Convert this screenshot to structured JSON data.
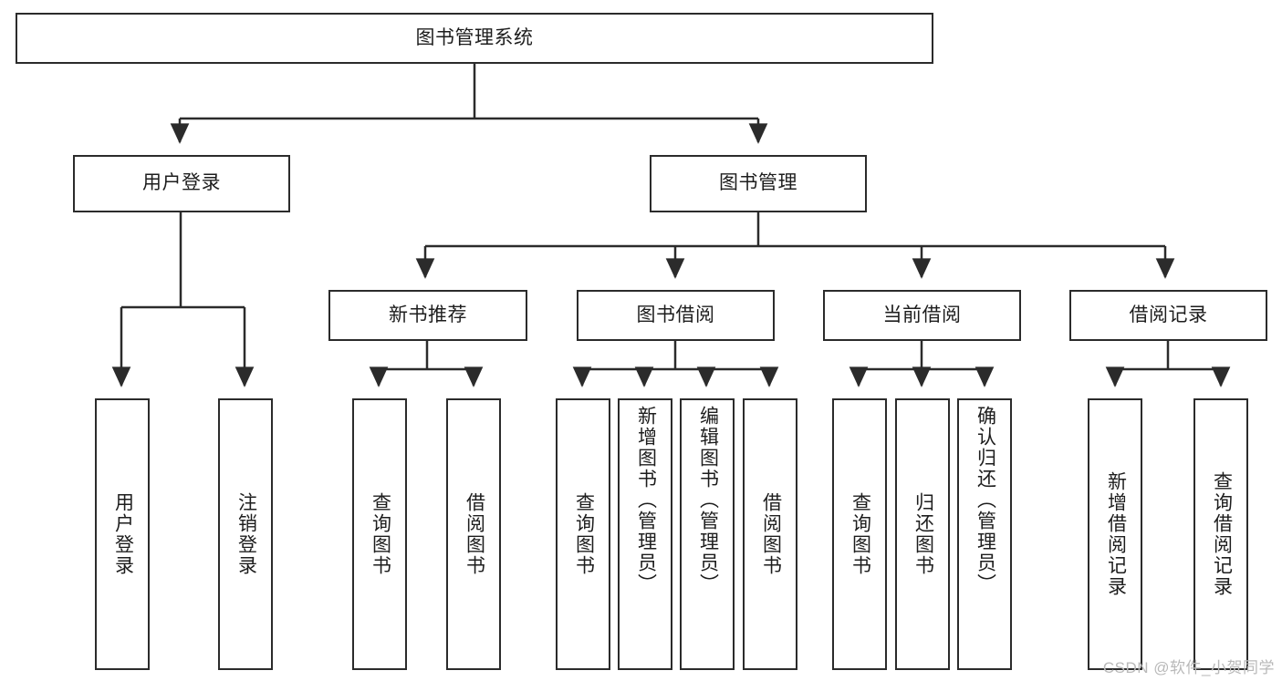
{
  "diagram": {
    "type": "tree-hierarchy-chart",
    "title": "图书管理系统",
    "watermark": "CSDN @软件_小贺同学",
    "stroke_color": "#2b2b2b",
    "fill_color": "#ffffff",
    "text_color": "#1d1d1d",
    "watermark_color": "#b9b9b9"
  },
  "nodes": {
    "root": {
      "label": "图书管理系统"
    },
    "level2": [
      {
        "id": "user-login",
        "label": "用户登录"
      },
      {
        "id": "book-manage",
        "label": "图书管理"
      }
    ],
    "level3": [
      {
        "id": "new-book-recommend",
        "label": "新书推荐"
      },
      {
        "id": "book-borrow",
        "label": "图书借阅"
      },
      {
        "id": "current-borrow",
        "label": "当前借阅"
      },
      {
        "id": "borrow-record",
        "label": "借阅记录"
      }
    ],
    "leaves": {
      "user_login": [
        {
          "id": "leaf-user-login",
          "label": "用户登录"
        },
        {
          "id": "leaf-logout-login",
          "label": "注销登录"
        }
      ],
      "new_book_recommend": [
        {
          "id": "leaf-query-book-1",
          "label": "查询图书"
        },
        {
          "id": "leaf-borrow-book-1",
          "label": "借阅图书"
        }
      ],
      "book_borrow": [
        {
          "id": "leaf-query-book-2",
          "label": "查询图书"
        },
        {
          "id": "leaf-add-book",
          "label": "新增图书（管理员）"
        },
        {
          "id": "leaf-edit-book",
          "label": "编辑图书（管理员）"
        },
        {
          "id": "leaf-borrow-book-2",
          "label": "借阅图书"
        }
      ],
      "current_borrow": [
        {
          "id": "leaf-query-book-3",
          "label": "查询图书"
        },
        {
          "id": "leaf-return-book",
          "label": "归还图书"
        },
        {
          "id": "leaf-confirm-return",
          "label": "确认归还（管理员）"
        }
      ],
      "borrow_record": [
        {
          "id": "leaf-add-record",
          "label": "新增借阅记录"
        },
        {
          "id": "leaf-query-record",
          "label": "查询借阅记录"
        }
      ]
    }
  }
}
